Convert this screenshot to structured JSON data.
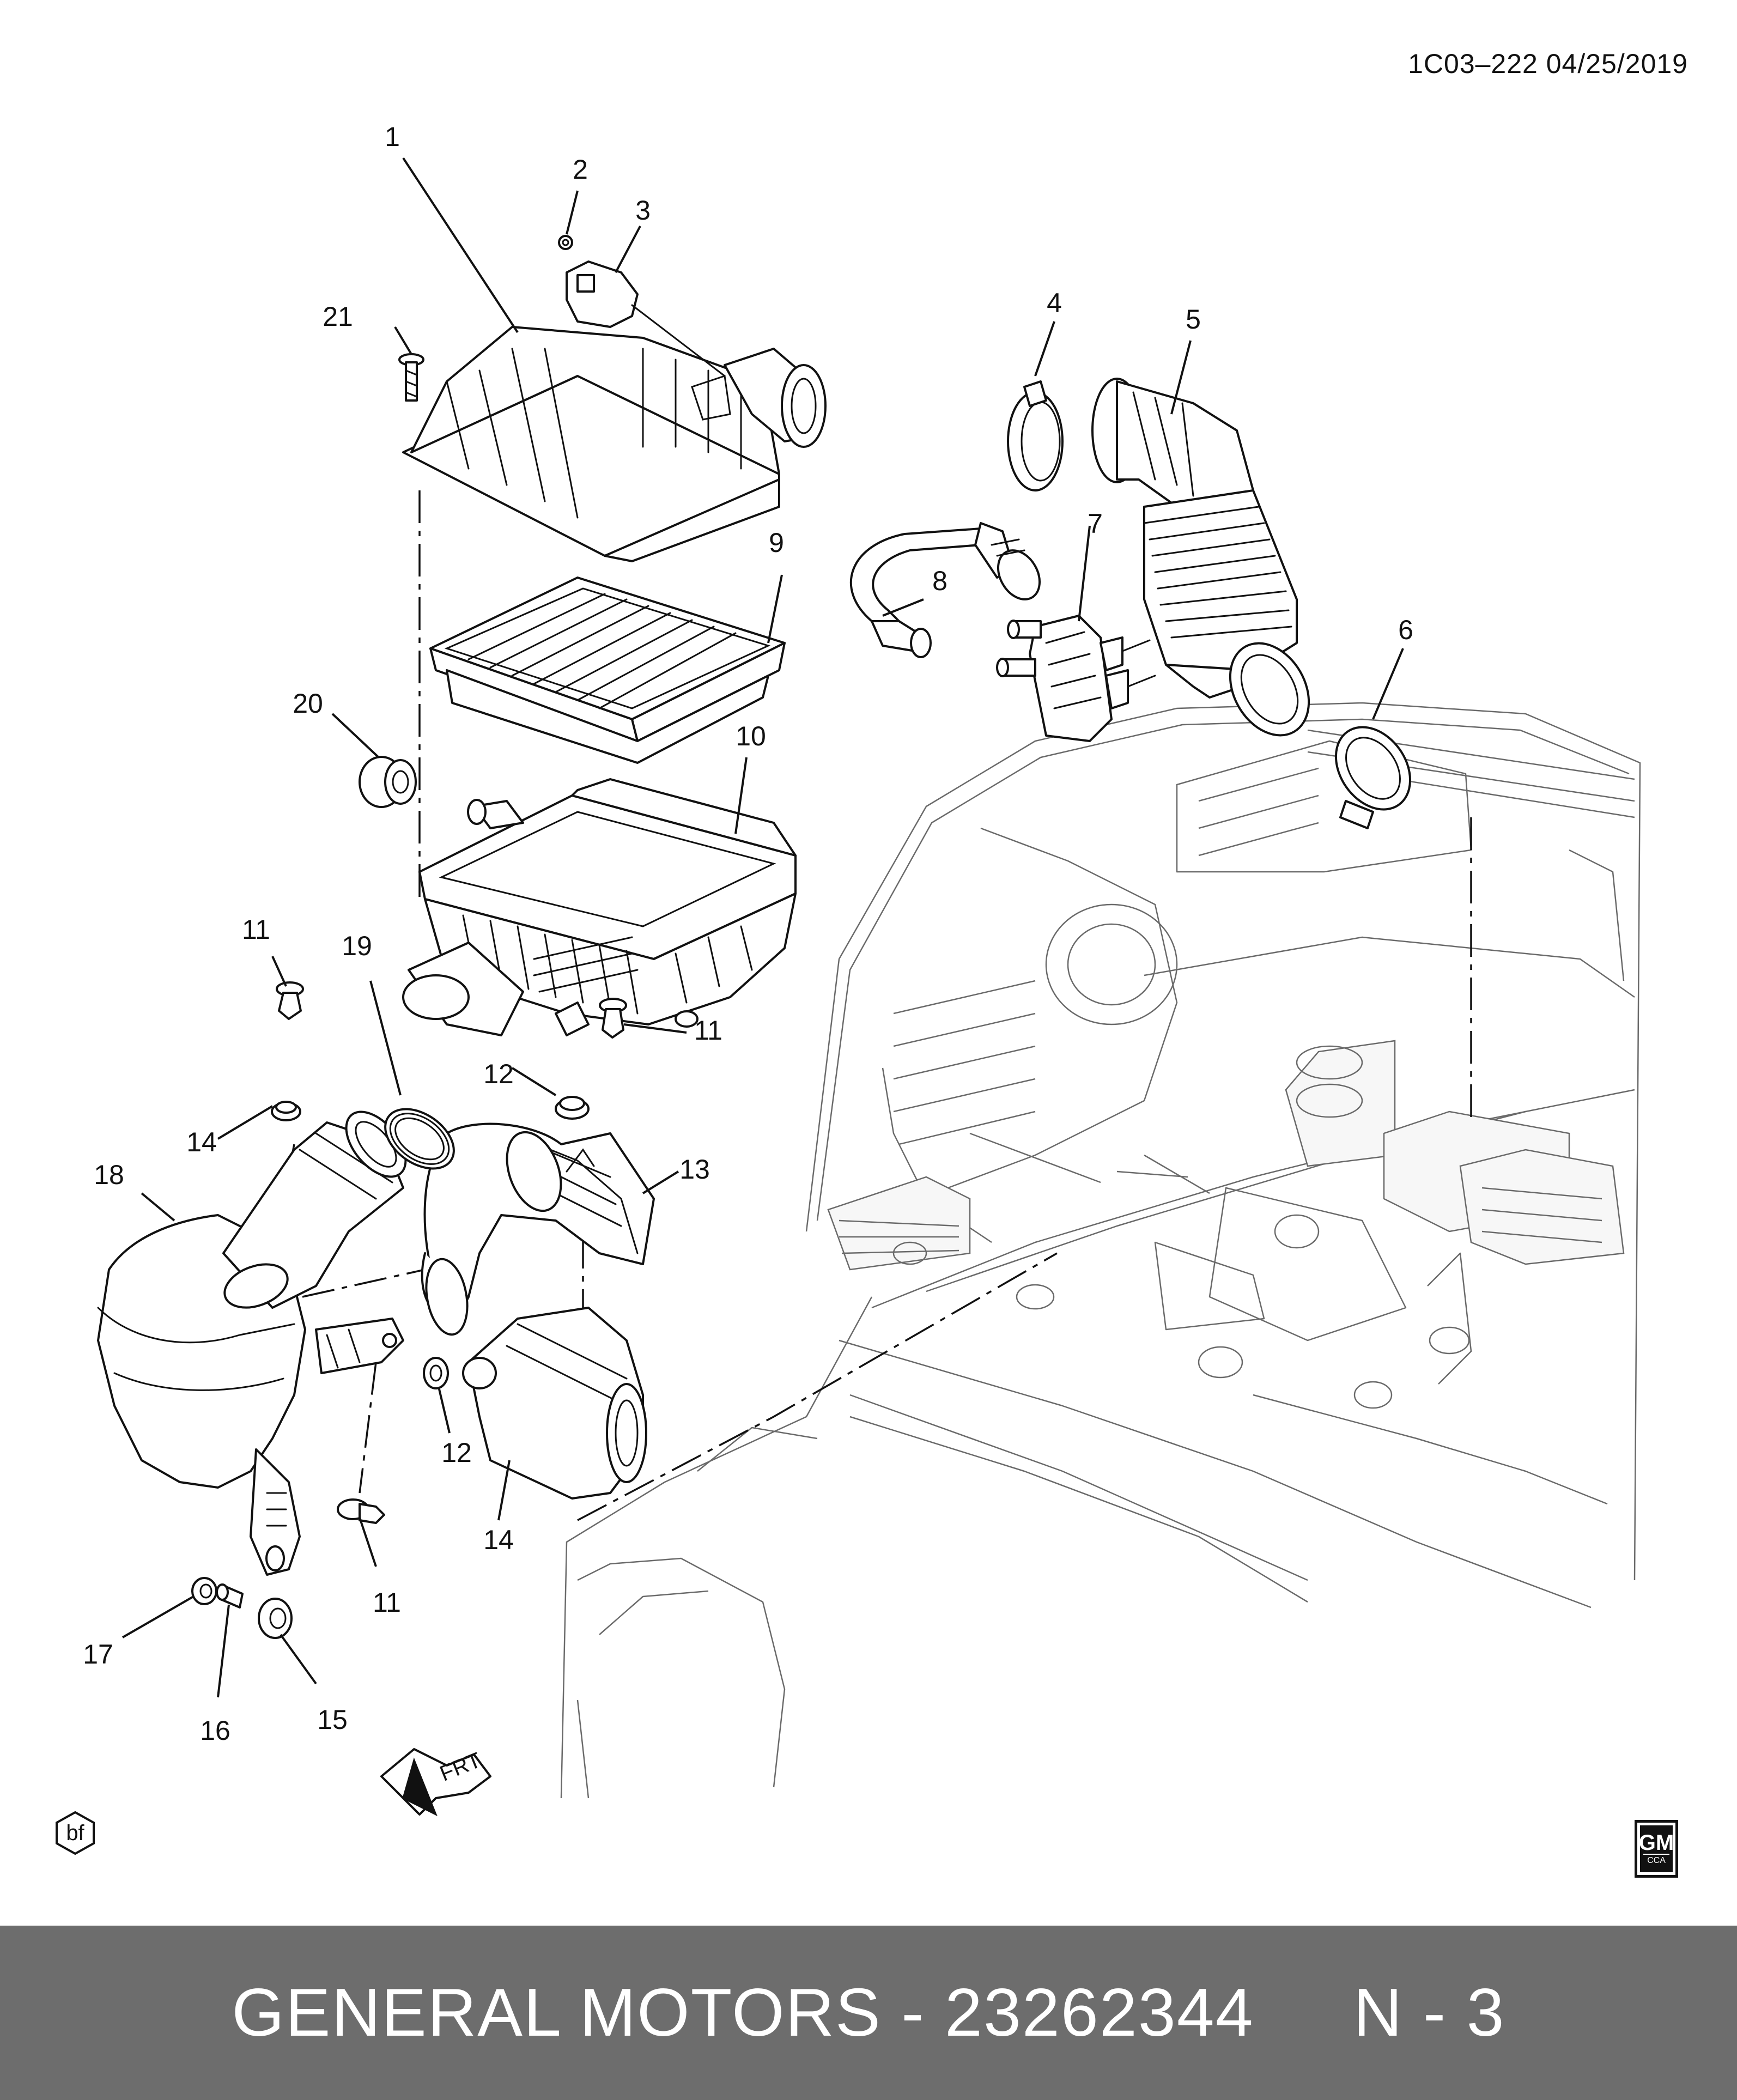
{
  "diagram": {
    "doc_id": "1C03–222  04/25/2019",
    "front_arrow_label": "FRT",
    "corner_symbol_label": "bf",
    "logo": {
      "line1": "GM",
      "line2": "CCA"
    },
    "callouts": [
      "1",
      "2",
      "3",
      "4",
      "5",
      "6",
      "7",
      "8",
      "9",
      "10",
      "11",
      "11",
      "11",
      "12",
      "12",
      "13",
      "14",
      "14",
      "15",
      "16",
      "17",
      "18",
      "19",
      "20",
      "21"
    ]
  },
  "footer": {
    "text": "GENERAL MOTORS - 23262344     N - 3",
    "background": "#6d6d6d",
    "color": "#ffffff"
  }
}
